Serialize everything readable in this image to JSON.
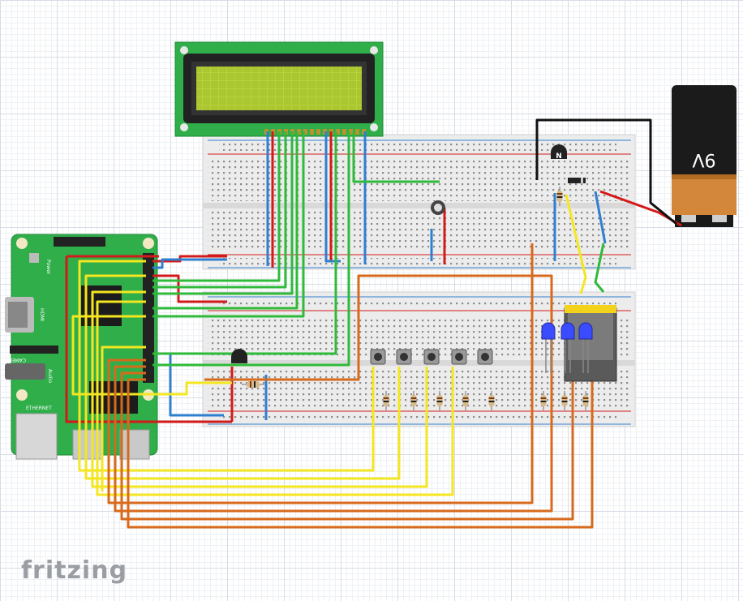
{
  "app": {
    "brand": "fritzing"
  },
  "components": {
    "lcd": {
      "name": "16x2 LCD display",
      "icon": "lcd-display-icon"
    },
    "battery": {
      "label": "9V",
      "icon": "battery-icon"
    },
    "raspberry_pi": {
      "name": "Raspberry Pi",
      "labels": {
        "power": "Power",
        "hdmi": "HDMI",
        "camera": "CAMERA",
        "audio": "Audio",
        "ethernet": "ETHERNET"
      }
    },
    "transistor_top": {
      "mark": "N"
    },
    "breadboard": {
      "count": 2
    },
    "buttons": {
      "count": 5
    },
    "leds": {
      "count": 3,
      "color": "#3b4cff"
    }
  },
  "colors": {
    "wire_red": "#d21a1a",
    "wire_blue": "#2f7fd0",
    "wire_green": "#2fba3a",
    "wire_yellow": "#f4e620",
    "wire_orange": "#d86a1c",
    "wire_black": "#111111",
    "pcb_green": "#2fae4a",
    "lcd_screen": "#b7d23b"
  }
}
